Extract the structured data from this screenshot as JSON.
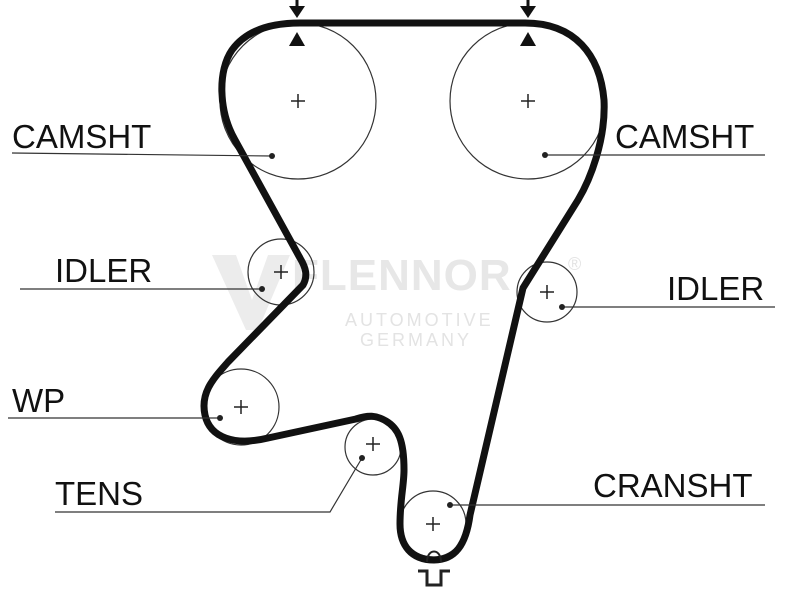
{
  "watermark": {
    "brand": "FLENNOR",
    "registered": "®",
    "line1": "AUTOMOTIVE",
    "line2": "GERMANY"
  },
  "labels": {
    "camshaft_left": "CAMSHT",
    "camshaft_right": "CAMSHT",
    "idler_left": "IDLER",
    "idler_right": "IDLER",
    "water_pump": "WP",
    "tensioner": "TENS",
    "crankshaft": "CRANSHT"
  },
  "colors": {
    "belt": "#111111",
    "line": "#333333",
    "text": "#111111",
    "watermark": "#e5e5e5"
  }
}
